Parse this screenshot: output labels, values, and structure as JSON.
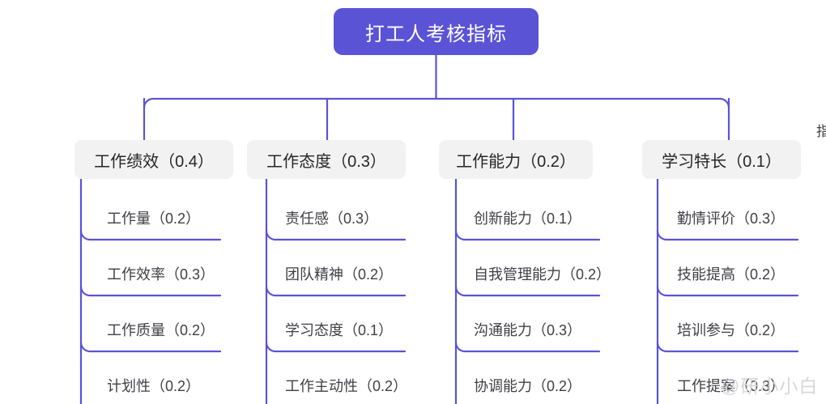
{
  "diagram": {
    "title": "打工人考核指标",
    "root": {
      "label": "打工人考核指标"
    },
    "branches": [
      {
        "label": "工作绩效（0.4）",
        "name": "工作绩效",
        "weight": "0.4",
        "leaves": [
          {
            "label": "工作量（0.2）",
            "name": "工作量",
            "weight": "0.2"
          },
          {
            "label": "工作效率（0.3）",
            "name": "工作效率",
            "weight": "0.3"
          },
          {
            "label": "工作质量（0.2）",
            "name": "工作质量",
            "weight": "0.2"
          },
          {
            "label": "计划性（0.2）",
            "name": "计划性",
            "weight": "0.2"
          }
        ]
      },
      {
        "label": "工作态度（0.3）",
        "name": "工作态度",
        "weight": "0.3",
        "leaves": [
          {
            "label": "责任感（0.3）",
            "name": "责任感",
            "weight": "0.3"
          },
          {
            "label": "团队精神（0.2）",
            "name": "团队精神",
            "weight": "0.2"
          },
          {
            "label": "学习态度（0.1）",
            "name": "学习态度",
            "weight": "0.1"
          },
          {
            "label": "工作主动性（0.2）",
            "name": "工作主动性",
            "weight": "0.2"
          }
        ]
      },
      {
        "label": "工作能力（0.2）",
        "name": "工作能力",
        "weight": "0.2",
        "leaves": [
          {
            "label": "创新能力（0.1）",
            "name": "创新能力",
            "weight": "0.1"
          },
          {
            "label": "自我管理能力（0.2）",
            "name": "自我管理能力",
            "weight": "0.2"
          },
          {
            "label": "沟通能力（0.3）",
            "name": "沟通能力",
            "weight": "0.3"
          },
          {
            "label": "协调能力（0.2）",
            "name": "协调能力",
            "weight": "0.2"
          }
        ]
      },
      {
        "label": "学习特长（0.1）",
        "name": "学习特长",
        "weight": "0.1",
        "leaves": [
          {
            "label": "勤情评价（0.3）",
            "name": "勤情评价",
            "weight": "0.3"
          },
          {
            "label": "技能提高（0.2）",
            "name": "技能提高",
            "weight": "0.2"
          },
          {
            "label": "培训参与（0.2）",
            "name": "培训参与",
            "weight": "0.2"
          },
          {
            "label": "工作提案（0.3）",
            "name": "工作提案",
            "weight": "0.3"
          }
        ]
      }
    ]
  },
  "watermark": {
    "text": "@研小小白"
  },
  "edge_fragment": {
    "text": "指"
  },
  "colors": {
    "root_fill": "#5b53d6",
    "root_text": "#ffffff",
    "branch_fill": "#f2f2f3",
    "branch_text": "#262626",
    "leaf_text": "#3f3f46",
    "connector": "#5b53d6",
    "page_background": "#ffffff",
    "watermark": "#d8d8dc"
  }
}
